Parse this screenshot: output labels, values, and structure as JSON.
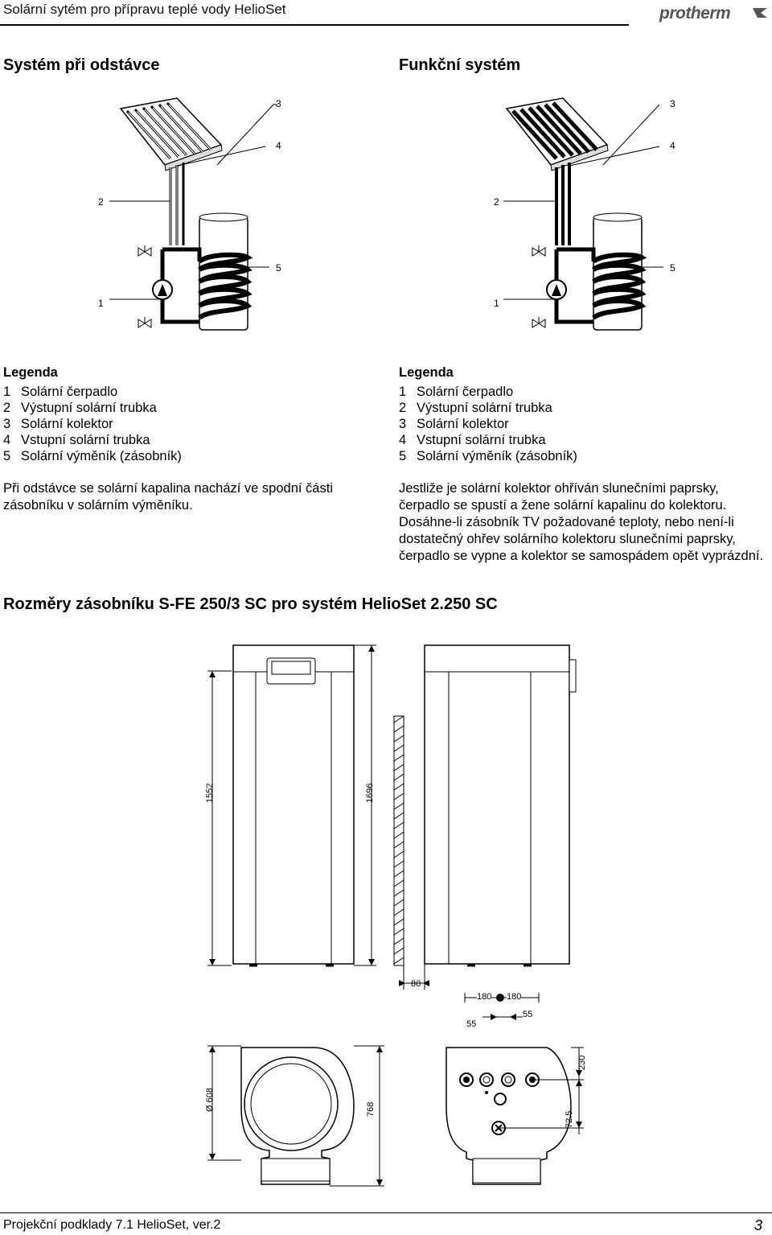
{
  "header": {
    "title": "Solární sytém pro přípravu teplé vody HelioSet",
    "brand": "protherm"
  },
  "left": {
    "section_title": "Systém při odstávce",
    "diagram_labels": [
      "3",
      "4",
      "2",
      "5",
      "1"
    ],
    "legend_title": "Legenda",
    "legend": [
      {
        "num": "1",
        "text": "Solární čerpadlo"
      },
      {
        "num": "2",
        "text": "Výstupní solární trubka"
      },
      {
        "num": "3",
        "text": "Solární kolektor"
      },
      {
        "num": "4",
        "text": "Vstupní solární trubka"
      },
      {
        "num": "5",
        "text": "Solární výměník (zásobník)"
      }
    ],
    "paragraph": "Při odstávce se solární kapalina nachází ve spodní části zásobníku v solárním výměníku."
  },
  "right": {
    "section_title": "Funkční systém",
    "diagram_labels": [
      "3",
      "4",
      "2",
      "5",
      "1"
    ],
    "legend_title": "Legenda",
    "legend": [
      {
        "num": "1",
        "text": "Solární čerpadlo"
      },
      {
        "num": "2",
        "text": "Výstupní solární trubka"
      },
      {
        "num": "3",
        "text": "Solární kolektor"
      },
      {
        "num": "4",
        "text": "Vstupní solární trubka"
      },
      {
        "num": "5",
        "text": "Solární výměník (zásobník)"
      }
    ],
    "paragraph": "Jestliže je solární kolektor ohříván slunečními paprsky, čerpadlo se spustí a žene solární kapalinu do kolektoru. Dosáhne-li zásobník TV požadované teploty, nebo není-li dostatečný ohřev solárního kolektoru slunečními paprsky, čerpadlo se vypne a kolektor se samospádem opět vyprázdní."
  },
  "dimensions": {
    "title": "Rozměry zásobníku S-FE 250/3 SC pro systém HelioSet 2.250 SC",
    "height_body": "1552",
    "height_total": "1696",
    "wall_gap": "80",
    "spacing_a": "180",
    "spacing_b": "180",
    "offset_a": "55",
    "offset_b": "55",
    "diameter": "Ø 608",
    "depth": "768",
    "v_offset_top": "230",
    "v_offset_bottom": "72.5"
  },
  "footer": {
    "text": "Projekční podklady 7.1 HelioSet, ver.2",
    "page": "3"
  }
}
